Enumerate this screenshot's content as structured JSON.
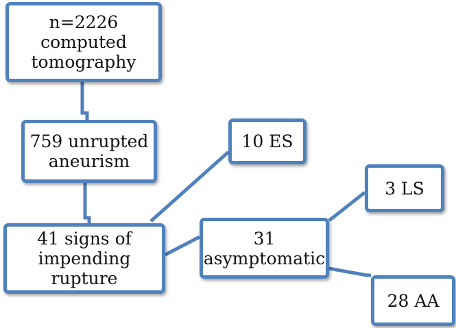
{
  "diagram": {
    "colors": {
      "border": "#4f81bd",
      "connector": "#4f81bd",
      "text": "#111111",
      "background": "#ffffff"
    },
    "nodes": {
      "ct": {
        "lines": [
          "n=2226",
          "computed",
          "tomography"
        ]
      },
      "unruptured": {
        "lines": [
          "759 unrupted",
          "aneurism"
        ]
      },
      "signs": {
        "lines": [
          "41 signs of",
          "impending",
          "rupture"
        ]
      },
      "es": {
        "lines": [
          "10 ES"
        ]
      },
      "asymptomatic": {
        "lines": [
          "31",
          "asymptomatic"
        ]
      },
      "ls": {
        "lines": [
          "3 LS"
        ]
      },
      "aa": {
        "lines": [
          "28 AA"
        ]
      }
    },
    "edges": [
      {
        "from": "ct",
        "to": "unruptured"
      },
      {
        "from": "unruptured",
        "to": "signs"
      },
      {
        "from": "signs",
        "to": "es"
      },
      {
        "from": "signs",
        "to": "asymptomatic"
      },
      {
        "from": "asymptomatic",
        "to": "ls"
      },
      {
        "from": "asymptomatic",
        "to": "aa"
      }
    ]
  }
}
